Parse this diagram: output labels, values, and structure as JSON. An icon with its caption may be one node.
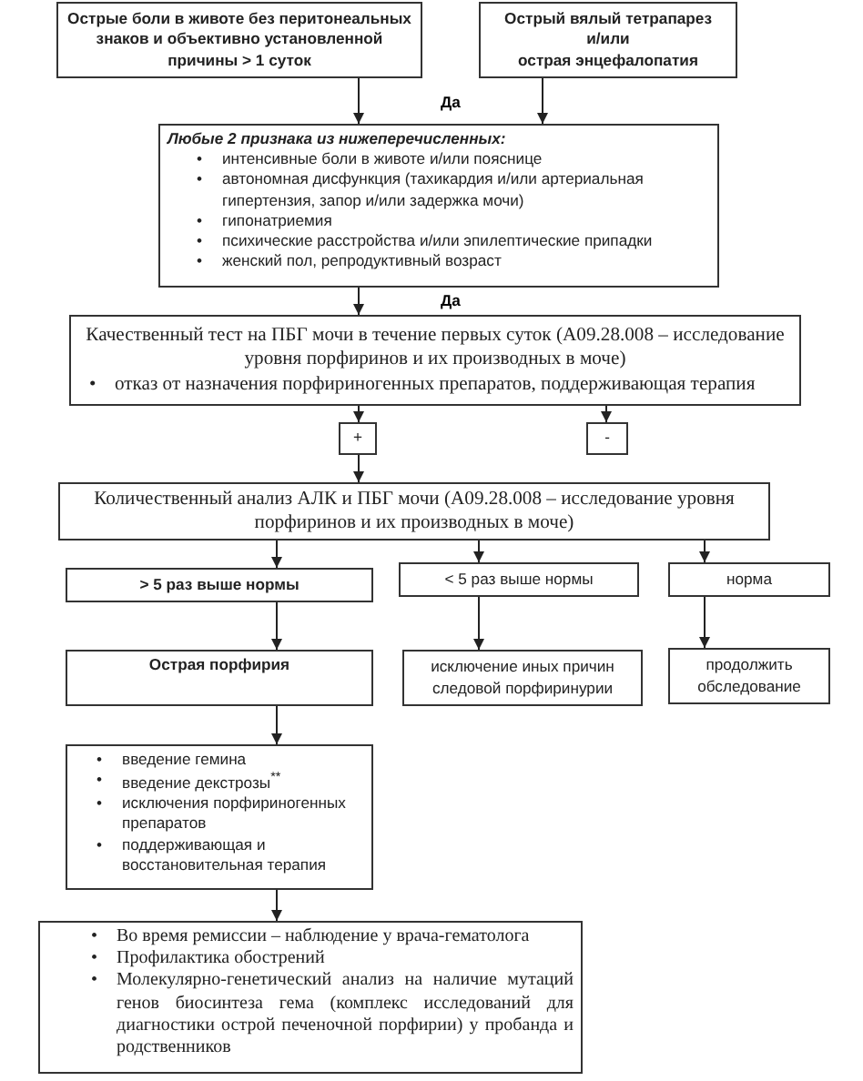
{
  "diagram": {
    "nodes": [
      {
        "text": [
          "Острые боли в животе без перитонеальных знаков и объективно установленной причины > 1 суток"
        ]
      },
      {
        "text": [
          "Острый вялый тетрапарез",
          "и/или",
          "острая энцефалопатия"
        ]
      },
      {
        "text": [
          "Любые 2  признака из нижеперечисленных:",
          "• интенсивные боли в животе и/или пояснице",
          "• автономная дисфункция (тахикардия и/или артериальная гипертензия, запор и/или задержка мочи)",
          "• гипонатриемия",
          "• психические расстройства и/или эпилептические припадки",
          "• женский пол, репродуктивный возраст"
        ]
      },
      {
        "text": [
          "Качественный тест на ПБГ мочи в течение первых суток (А09.28.008 – исследование уровня порфиринов и их производных в моче)",
          "• отказ от назначения порфириногенных препаратов, поддерживающая терапия"
        ]
      },
      {
        "text": [
          "+"
        ]
      },
      {
        "text": [
          "-"
        ]
      },
      {
        "text": [
          "Количественный анализ АЛК и ПБГ мочи (А09.28.008 – исследование уровня порфиринов и их производных в моче)"
        ]
      },
      {
        "text": [
          "> 5 раз выше нормы"
        ]
      },
      {
        "text": [
          "< 5 раз выше нормы"
        ]
      },
      {
        "text": [
          "норма"
        ]
      },
      {
        "text": [
          "Острая порфирия"
        ]
      },
      {
        "text": [
          "исключение иных причин следовой порфиринурии"
        ]
      },
      {
        "text": [
          "продолжить обследование"
        ]
      },
      {
        "text": [
          "• введение  гемина",
          "• введение  декстрозы$^{**}$",
          "• исключения порфириногенных препаратов",
          "• поддерживающая и восстановительная терапия"
        ]
      },
      {
        "text": [
          "• Во время ремиссии – наблюдение у врача-гематолога",
          "• Профилактика обострений",
          "• Молекулярно-генетический анализ на наличие мутаций генов биосинтеза гема (комплекс исследований для диагностики острой печеночной порфирии) у пробанда и родственников"
        ]
      }
    ],
    "edges": [
      {
        "from": 0,
        "to": 2,
        "arrow": "to"
      },
      {
        "from": 1,
        "to": 2,
        "arrow": "to"
      },
      {
        "from": 2,
        "to": 3,
        "arrow": "to"
      },
      {
        "from": 3,
        "to": 4,
        "arrow": "to"
      },
      {
        "from": 3,
        "to": 5,
        "arrow": "to"
      },
      {
        "from": 4,
        "to": 6,
        "arrow": "to"
      },
      {
        "from": 6,
        "to": 7,
        "arrow": "to"
      },
      {
        "from": 6,
        "to": 8,
        "arrow": "to"
      },
      {
        "from": 6,
        "to": 9,
        "arrow": "to"
      },
      {
        "from": 7,
        "to": 10,
        "arrow": "to"
      },
      {
        "from": 8,
        "to": 11,
        "arrow": "to"
      },
      {
        "from": 9,
        "to": 12,
        "arrow": "to"
      },
      {
        "from": 10,
        "to": 13,
        "arrow": "to"
      },
      {
        "from": 13,
        "to": 14,
        "arrow": "to"
      }
    ],
    "labels": [
      "Да",
      "Да"
    ]
  }
}
